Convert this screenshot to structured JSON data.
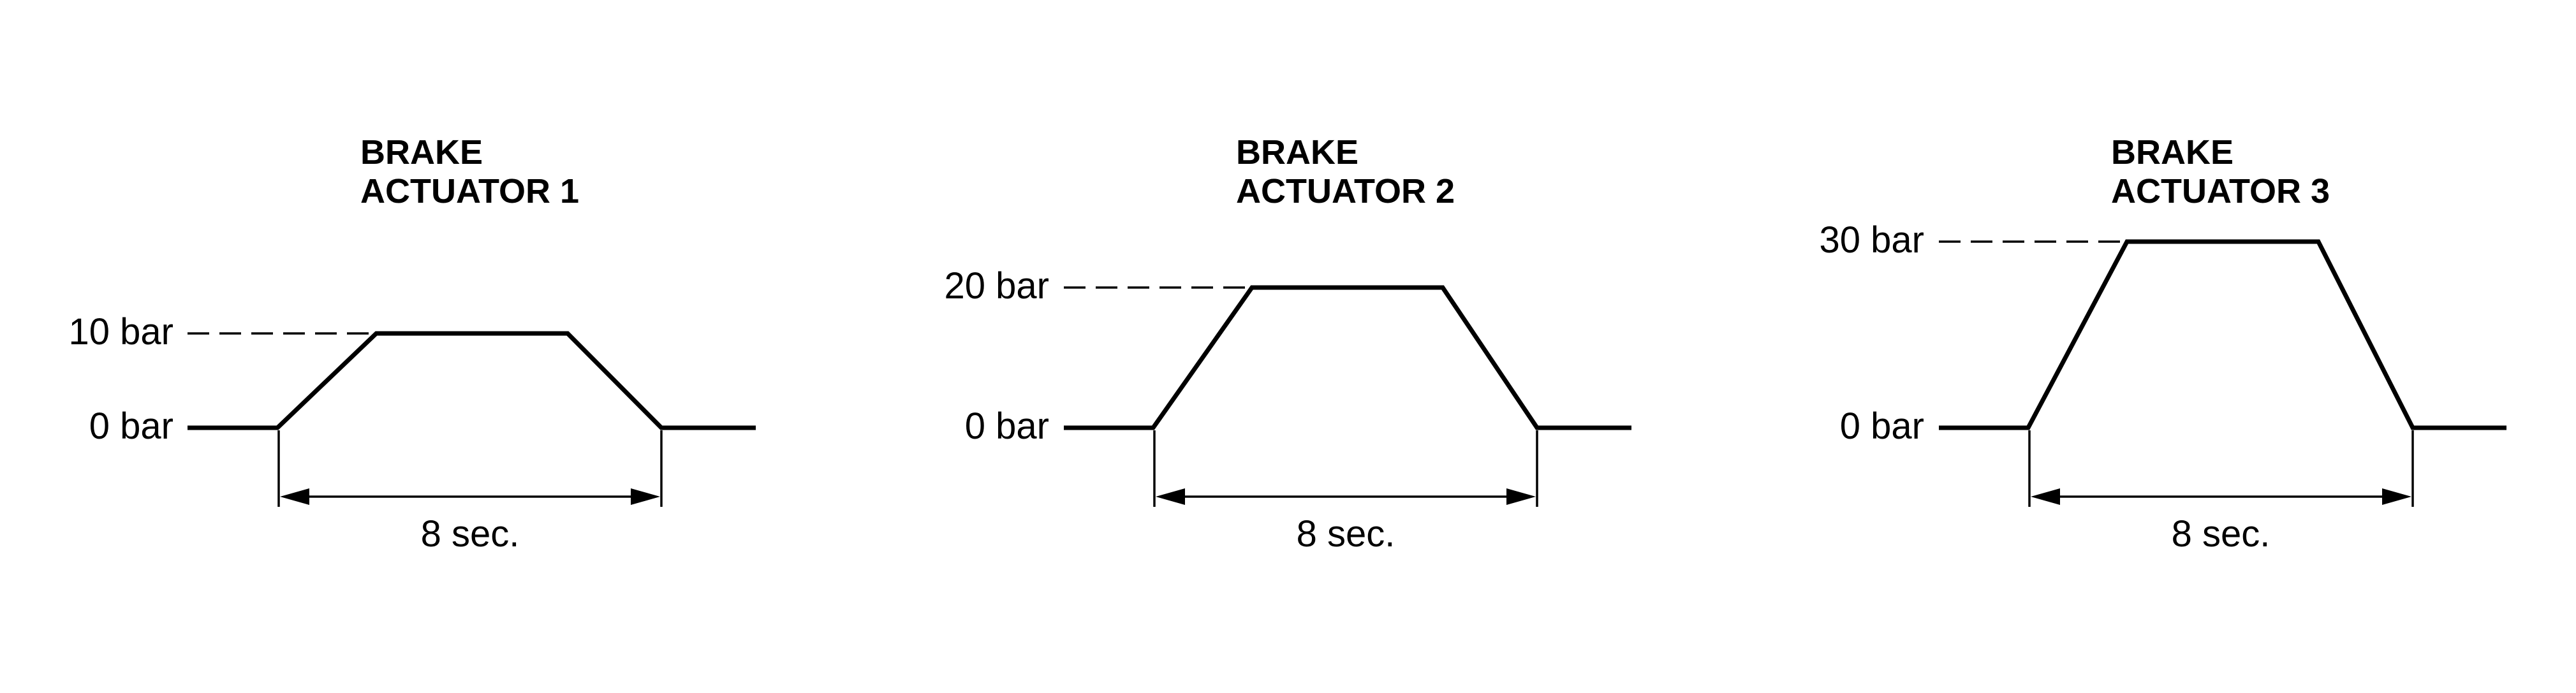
{
  "diagram": {
    "panels": [
      {
        "title_line1": "BRAKE",
        "title_line2": "ACTUATOR 1",
        "peak_label": "10 bar",
        "base_label": "0 bar",
        "duration_label": "8 sec."
      },
      {
        "title_line1": "BRAKE",
        "title_line2": "ACTUATOR 2",
        "peak_label": "20 bar",
        "base_label": "0 bar",
        "duration_label": "8 sec."
      },
      {
        "title_line1": "BRAKE",
        "title_line2": "ACTUATOR 3",
        "peak_label": "30 bar",
        "base_label": "0 bar",
        "duration_label": "8 sec."
      }
    ]
  }
}
